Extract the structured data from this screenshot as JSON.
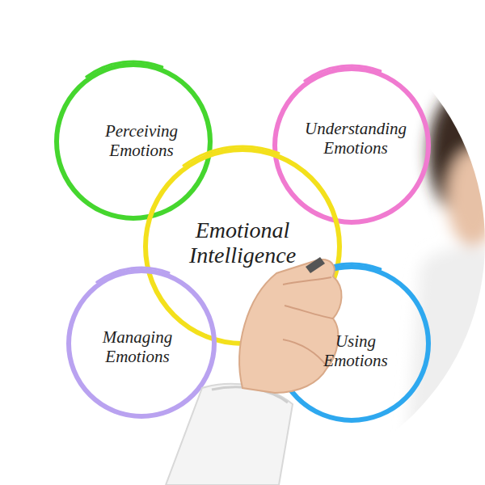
{
  "diagram": {
    "nodes": [
      {
        "text": [
          "Perceiving Emotions"
        ]
      },
      {
        "text": [
          "Understanding Emotions"
        ]
      },
      {
        "text": [
          "Emotional Intelligence"
        ]
      },
      {
        "text": [
          "Managing Emotions"
        ]
      },
      {
        "text": [
          "Using Emotions"
        ]
      }
    ]
  }
}
